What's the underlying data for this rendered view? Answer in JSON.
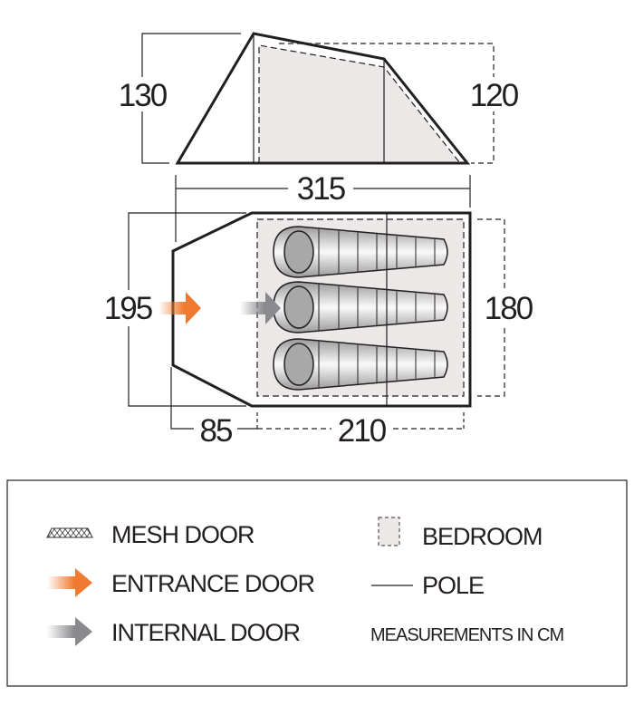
{
  "side_view": {
    "height_front": "130",
    "height_rear": "120",
    "length_total": "315"
  },
  "floor_plan": {
    "width_front": "195",
    "width_bedroom": "180",
    "porch_length": "85",
    "bedroom_length": "210",
    "sleeping_bags": 3
  },
  "legend": {
    "mesh_door": "MESH DOOR",
    "entrance_door": "ENTRANCE DOOR",
    "internal_door": "INTERNAL DOOR",
    "bedroom": "BEDROOM",
    "pole": "POLE",
    "units_note": "MEASUREMENTS IN CM"
  },
  "colors": {
    "entrance_arrow": "#f07a30",
    "internal_arrow": "#8a8a8e",
    "bedroom_fill": "#ece8e8",
    "line": "#231f20"
  }
}
